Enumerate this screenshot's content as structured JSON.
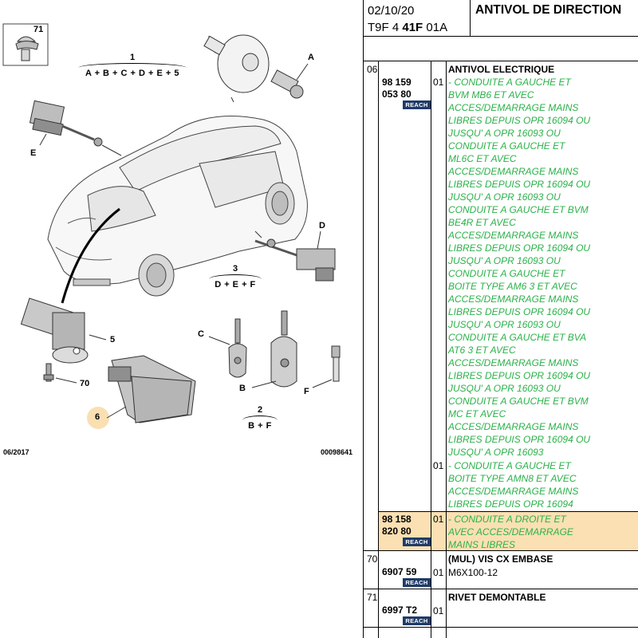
{
  "diagram": {
    "labels": {
      "a": "A",
      "b": "B",
      "c": "C",
      "d": "D",
      "e": "E",
      "f": "F",
      "p5": "5",
      "p6": "6",
      "p70": "70",
      "p71": "71"
    },
    "groups": {
      "g1": {
        "num": "1",
        "formula": "A + B + C + D + E + 5"
      },
      "g3": {
        "num": "3",
        "formula": "D + E + F"
      },
      "g2": {
        "num": "2",
        "formula": "B + F"
      }
    },
    "footer_date": "06/2017",
    "footer_ref": "00098641",
    "highlight_color": "#fadfb2"
  },
  "header": {
    "date": "02/10/20",
    "code_prefix": "T9F 4",
    "code_bold": "41F",
    "code_suffix": "01A",
    "title": "ANTIVOL DE DIRECTION"
  },
  "table": {
    "reach_badge": "REACH",
    "green_color": "#2bb24a",
    "highlight_color": "#fae0b2",
    "section06": {
      "num": "06",
      "title": "ANTIVOL ELECTRIQUE",
      "ref1_line1": "98 159",
      "ref1_line2": "053 80",
      "qty1": "01",
      "lines1": [
        "- CONDUITE A GAUCHE ET",
        "BVM MB6 ET AVEC",
        "ACCES/DEMARRAGE MAINS",
        "LIBRES DEPUIS OPR 16094 OU",
        "JUSQU'  A OPR 16093 OU",
        "CONDUITE A GAUCHE ET",
        "ML6C ET AVEC",
        "ACCES/DEMARRAGE MAINS",
        "LIBRES DEPUIS OPR 16094 OU",
        "JUSQU'  A OPR 16093 OU",
        "CONDUITE A GAUCHE ET BVM",
        "BE4R ET AVEC",
        "ACCES/DEMARRAGE MAINS",
        "LIBRES DEPUIS OPR 16094 OU",
        "JUSQU'  A OPR 16093 OU",
        "CONDUITE A GAUCHE ET",
        "BOITE TYPE AM6 3 ET AVEC",
        "ACCES/DEMARRAGE MAINS",
        "LIBRES DEPUIS OPR 16094 OU",
        "JUSQU'  A OPR 16093 OU",
        "CONDUITE A GAUCHE ET BVA",
        "AT6 3 ET AVEC",
        "ACCES/DEMARRAGE MAINS",
        "LIBRES DEPUIS OPR 16094 OU",
        "JUSQU'  A OPR 16093 OU",
        "CONDUITE A GAUCHE ET BVM",
        "MC ET AVEC",
        "ACCES/DEMARRAGE MAINS",
        "LIBRES DEPUIS OPR 16094 OU",
        "JUSQU'  A OPR 16093"
      ],
      "qty2": "01",
      "lines2": [
        "- CONDUITE A GAUCHE ET",
        "BOITE TYPE AMN8 ET AVEC",
        "ACCES/DEMARRAGE MAINS",
        "LIBRES DEPUIS OPR 16094"
      ],
      "ref3_line1": "98 158",
      "ref3_line2": "820 80",
      "qty3": "01",
      "lines3": [
        "- CONDUITE A DROITE ET",
        "AVEC ACCES/DEMARRAGE",
        "MAINS LIBRES"
      ]
    },
    "section70": {
      "num": "70",
      "title": "(MUL) VIS CX EMBASE",
      "ref": "6907 59",
      "qty": "01",
      "detail": "M6X100-12"
    },
    "section71": {
      "num": "71",
      "title": "RIVET DEMONTABLE",
      "ref": "6997 T2",
      "qty": "01"
    }
  }
}
